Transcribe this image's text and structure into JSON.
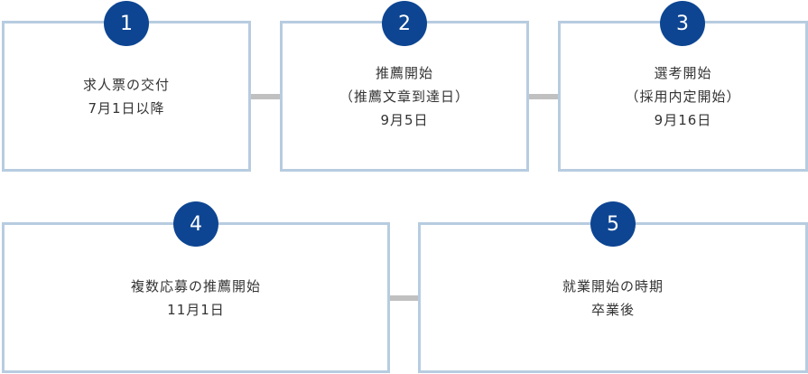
{
  "steps": [
    {
      "number": "1",
      "lines": [
        "求人票の交付",
        "7月1日以降"
      ]
    },
    {
      "number": "2",
      "lines": [
        "推薦開始",
        "（推薦文章到達日）",
        "9月5日"
      ]
    },
    {
      "number": "3",
      "lines": [
        "選考開始",
        "（採用内定開始）",
        "9月16日"
      ]
    },
    {
      "number": "4",
      "lines": [
        "複数応募の推薦開始",
        "11月1日"
      ]
    },
    {
      "number": "5",
      "lines": [
        "就業開始の時期",
        "卒業後"
      ]
    }
  ],
  "colors": {
    "box_border": "#b7cce0",
    "badge": "#0d4592",
    "connector": "#c0c0c0",
    "text": "#333333"
  }
}
